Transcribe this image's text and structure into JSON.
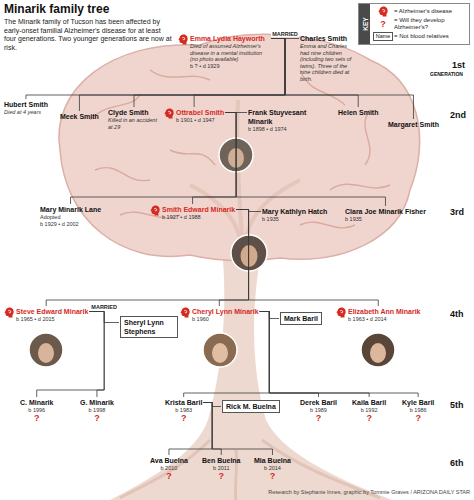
{
  "diagram": {
    "title": "Minarik family tree",
    "caption": "The Minarik family of Tucson has been affected by early-onset familial Alzheimer's disease for at least four generations. Two younger generations are now at risk.",
    "nodes": [
      {
        "text": [
          "Emma Lydia Hayworth",
          "Died of assumed Alzheimer's disease in a mental institution (no photo available)",
          "b ? • d 1929"
        ]
      },
      {
        "text": [
          "Charles Smith",
          "Emma and Charles had nine children (including two sets of twins). Three of the nine children died at birth."
        ]
      },
      {
        "text": [
          "Hubert Smith",
          "Died at 4 years"
        ]
      },
      {
        "text": [
          "Meek Smith"
        ]
      },
      {
        "text": [
          "Clyde Smith",
          "Killed in an accident at 29"
        ]
      },
      {
        "text": [
          "Ottrabel Smith",
          "b 1901 • d 1947"
        ]
      },
      {
        "text": [
          "Frank Stuyvesant Minarik",
          "b 1898 • d 1974"
        ]
      },
      {
        "text": [
          "Helen Smith"
        ]
      },
      {
        "text": [
          "Margaret Smith"
        ]
      },
      {
        "text": [
          "Mary Minarik Lane",
          "Adopted",
          "b 1929 • d 2002"
        ]
      },
      {
        "text": [
          "Smith Edward Minarik",
          "b 1927 • d 1988"
        ]
      },
      {
        "text": [
          "Mary Kathlyn Hatch",
          "b 1935"
        ]
      },
      {
        "text": [
          "Clara Joe Minarik Fisher",
          "b 1935"
        ]
      },
      {
        "text": [
          "Steve Edward Minarik",
          "b 1965 • d 2015"
        ]
      },
      {
        "text": [
          "Sheryl Lynn Stephens"
        ]
      },
      {
        "text": [
          "Cheryl Lynn Minarik",
          "b 1960"
        ]
      },
      {
        "text": [
          "Mark Baril"
        ]
      },
      {
        "text": [
          "Elizabeth Ann Minarik",
          "b 1963 • d 2014"
        ]
      },
      {
        "text": [
          "C. Minarik",
          "b 1996",
          "?"
        ]
      },
      {
        "text": [
          "G. Minarik",
          "b 1998",
          "?"
        ]
      },
      {
        "text": [
          "Krista Baril",
          "b 1983",
          "?"
        ]
      },
      {
        "text": [
          "Rick M. Buelna"
        ]
      },
      {
        "text": [
          "Derek Baril",
          "b 1989",
          "?"
        ]
      },
      {
        "text": [
          "Kaila Baril",
          "b 1992",
          "?"
        ]
      },
      {
        "text": [
          "Kyle Baril",
          "b 1986",
          "?"
        ]
      },
      {
        "text": [
          "Ava Buelna",
          "b 2010",
          "?"
        ]
      },
      {
        "text": [
          "Ben Buelna",
          "b 2011",
          "?"
        ]
      },
      {
        "text": [
          "Mia Buelna",
          "b 2014",
          "?"
        ]
      }
    ],
    "edges": [
      {
        "from": 0,
        "to": 1,
        "arrow": "none",
        "label": "MARRIED"
      },
      {
        "from": 0,
        "to": 2,
        "arrow": "none"
      },
      {
        "from": 0,
        "to": 3,
        "arrow": "none"
      },
      {
        "from": 0,
        "to": 4,
        "arrow": "none"
      },
      {
        "from": 0,
        "to": 5,
        "arrow": "none"
      },
      {
        "from": 0,
        "to": 7,
        "arrow": "none"
      },
      {
        "from": 0,
        "to": 8,
        "arrow": "none"
      },
      {
        "from": 5,
        "to": 6,
        "arrow": "none"
      },
      {
        "from": 5,
        "to": 9,
        "arrow": "none"
      },
      {
        "from": 5,
        "to": 10,
        "arrow": "none"
      },
      {
        "from": 5,
        "to": 12,
        "arrow": "none"
      },
      {
        "from": 10,
        "to": 11,
        "arrow": "none"
      },
      {
        "from": 10,
        "to": 13,
        "arrow": "none"
      },
      {
        "from": 10,
        "to": 15,
        "arrow": "none"
      },
      {
        "from": 10,
        "to": 17,
        "arrow": "none"
      },
      {
        "from": 13,
        "to": 14,
        "arrow": "none",
        "label": "MARRIED"
      },
      {
        "from": 13,
        "to": 18,
        "arrow": "none"
      },
      {
        "from": 13,
        "to": 19,
        "arrow": "none"
      },
      {
        "from": 15,
        "to": 16,
        "arrow": "none"
      },
      {
        "from": 15,
        "to": 20,
        "arrow": "none"
      },
      {
        "from": 15,
        "to": 22,
        "arrow": "none"
      },
      {
        "from": 15,
        "to": 23,
        "arrow": "none"
      },
      {
        "from": 15,
        "to": 24,
        "arrow": "none"
      },
      {
        "from": 20,
        "to": 21,
        "arrow": "none"
      },
      {
        "from": 20,
        "to": 25,
        "arrow": "none"
      },
      {
        "from": 20,
        "to": 26,
        "arrow": "none"
      },
      {
        "from": 20,
        "to": 27,
        "arrow": "none"
      }
    ],
    "labels": [
      "KEY",
      "?",
      "Name",
      "1st",
      "GENERATION",
      "2nd",
      "3rd",
      "4th",
      "5th",
      "6th",
      "Research by Stephanie Innes, graphic by Tommie Graves / ARIZONA DAILY STAR"
    ],
    "legend": [
      {
        "text": "= Alzheimer's disease"
      },
      {
        "text": "= Will they develop Alzheimer's?"
      },
      {
        "text": "= Not blood relatives"
      }
    ]
  }
}
